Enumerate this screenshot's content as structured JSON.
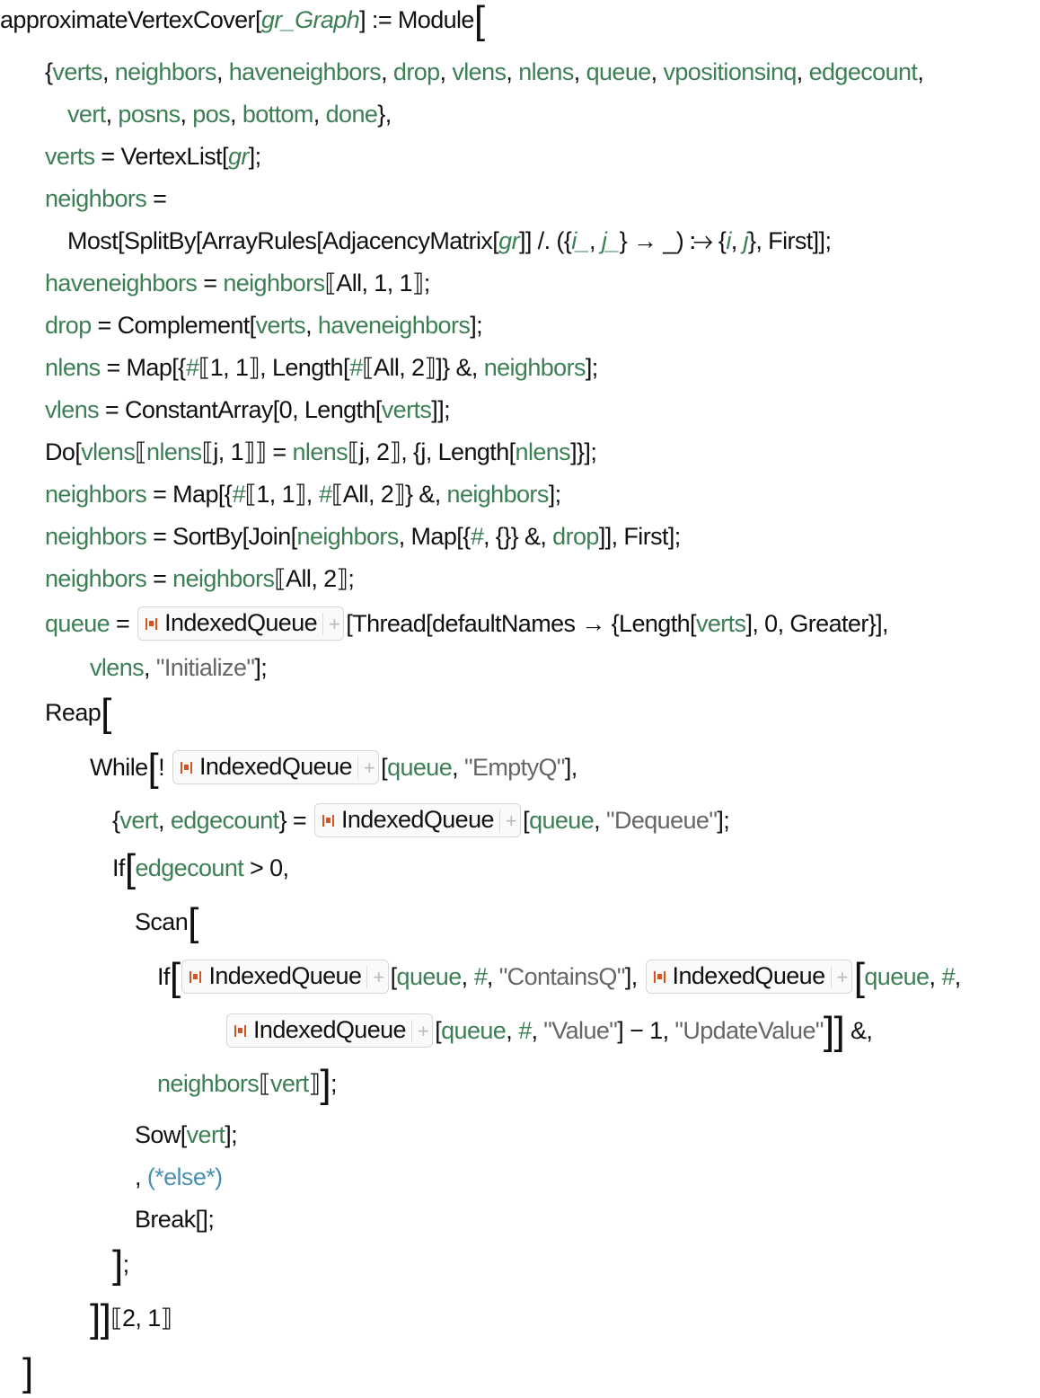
{
  "colors": {
    "symbol": "#111111",
    "local_variable": "#3d7f55",
    "string": "#666666",
    "comment": "#4a8fae",
    "queue_icon": "#d9531e"
  },
  "icons": {
    "queue_icon": "indexed-queue-icon",
    "expand_icon": "plus-icon"
  },
  "lines": [
    [
      [
        "k",
        "approximateVertexCover["
      ],
      [
        "i",
        "gr_Graph"
      ],
      [
        "k",
        "] := Module"
      ],
      [
        "B",
        "["
      ]
    ],
    [
      [
        "k",
        "{"
      ],
      [
        "v",
        "verts"
      ],
      [
        "k",
        ", "
      ],
      [
        "v",
        "neighbors"
      ],
      [
        "k",
        ", "
      ],
      [
        "v",
        "haveneighbors"
      ],
      [
        "k",
        ", "
      ],
      [
        "v",
        "drop"
      ],
      [
        "k",
        ", "
      ],
      [
        "v",
        "vlens"
      ],
      [
        "k",
        ", "
      ],
      [
        "v",
        "nlens"
      ],
      [
        "k",
        ", "
      ],
      [
        "v",
        "queue"
      ],
      [
        "k",
        ", "
      ],
      [
        "v",
        "vpositionsinq"
      ],
      [
        "k",
        ", "
      ],
      [
        "v",
        "edgecount"
      ],
      [
        "k",
        ","
      ]
    ],
    [
      [
        "v",
        "vert"
      ],
      [
        "k",
        ", "
      ],
      [
        "v",
        "posns"
      ],
      [
        "k",
        ", "
      ],
      [
        "v",
        "pos"
      ],
      [
        "k",
        ", "
      ],
      [
        "v",
        "bottom"
      ],
      [
        "k",
        ", "
      ],
      [
        "v",
        "done"
      ],
      [
        "k",
        "},"
      ]
    ],
    [
      [
        "v",
        "verts"
      ],
      [
        "k",
        " = VertexList["
      ],
      [
        "i",
        "gr"
      ],
      [
        "k",
        "];"
      ]
    ],
    [
      [
        "v",
        "neighbors"
      ],
      [
        "k",
        " ="
      ]
    ],
    [
      [
        "k",
        "Most[SplitBy[ArrayRules[AdjacencyMatrix["
      ],
      [
        "i",
        "gr"
      ],
      [
        "k",
        "]] /. ({"
      ],
      [
        "i",
        "i_"
      ],
      [
        "k",
        ", "
      ],
      [
        "i",
        "j_"
      ],
      [
        "k",
        "} → _) ⧴ {"
      ],
      [
        "i",
        "i"
      ],
      [
        "k",
        ", "
      ],
      [
        "i",
        "j"
      ],
      [
        "k",
        "}, First]];"
      ]
    ],
    [
      [
        "v",
        "haveneighbors"
      ],
      [
        "k",
        " = "
      ],
      [
        "v",
        "neighbors"
      ],
      [
        "k",
        "⟦All, 1, 1⟧;"
      ]
    ],
    [
      [
        "v",
        "drop"
      ],
      [
        "k",
        " = Complement["
      ],
      [
        "v",
        "verts"
      ],
      [
        "k",
        ", "
      ],
      [
        "v",
        "haveneighbors"
      ],
      [
        "k",
        "];"
      ]
    ],
    [
      [
        "v",
        "nlens"
      ],
      [
        "k",
        " = Map[{"
      ],
      [
        "i",
        "#"
      ],
      [
        "k",
        "⟦1, 1⟧, Length["
      ],
      [
        "i",
        "#"
      ],
      [
        "k",
        "⟦All, 2⟧]} &, "
      ],
      [
        "v",
        "neighbors"
      ],
      [
        "k",
        "];"
      ]
    ],
    [
      [
        "v",
        "vlens"
      ],
      [
        "k",
        " = ConstantArray[0, Length["
      ],
      [
        "v",
        "verts"
      ],
      [
        "k",
        "]];"
      ]
    ],
    [
      [
        "k",
        "Do["
      ],
      [
        "v",
        "vlens"
      ],
      [
        "k",
        "⟦"
      ],
      [
        "v",
        "nlens"
      ],
      [
        "k",
        "⟦j, 1⟧⟧ = "
      ],
      [
        "v",
        "nlens"
      ],
      [
        "k",
        "⟦j, 2⟧, {j, Length["
      ],
      [
        "v",
        "nlens"
      ],
      [
        "k",
        "]}];"
      ]
    ],
    [
      [
        "v",
        "neighbors"
      ],
      [
        "k",
        " = Map[{"
      ],
      [
        "i",
        "#"
      ],
      [
        "k",
        "⟦1, 1⟧, "
      ],
      [
        "i",
        "#"
      ],
      [
        "k",
        "⟦All, 2⟧} &, "
      ],
      [
        "v",
        "neighbors"
      ],
      [
        "k",
        "];"
      ]
    ],
    [
      [
        "v",
        "neighbors"
      ],
      [
        "k",
        " = SortBy[Join["
      ],
      [
        "v",
        "neighbors"
      ],
      [
        "k",
        ", Map[{"
      ],
      [
        "i",
        "#"
      ],
      [
        "k",
        ", {}} &, "
      ],
      [
        "v",
        "drop"
      ],
      [
        "k",
        "]], First];"
      ]
    ],
    [
      [
        "v",
        "neighbors"
      ],
      [
        "k",
        " = "
      ],
      [
        "v",
        "neighbors"
      ],
      [
        "k",
        "⟦All, 2⟧;"
      ]
    ],
    [
      [
        "v",
        "queue"
      ],
      [
        "k",
        " = "
      ],
      [
        "q",
        "IndexedQueue"
      ],
      [
        "k",
        "[Thread[defaultNames → {Length["
      ],
      [
        "v",
        "verts"
      ],
      [
        "k",
        "], 0, Greater}],"
      ]
    ],
    [
      [
        "v",
        "vlens"
      ],
      [
        "k",
        ", "
      ],
      [
        "s",
        "\"Initialize\""
      ],
      [
        "k",
        "];"
      ]
    ],
    [
      [
        "k",
        "Reap"
      ],
      [
        "B",
        "["
      ]
    ],
    [
      [
        "k",
        "While"
      ],
      [
        "B",
        "["
      ],
      [
        "k",
        "! "
      ],
      [
        "q",
        "IndexedQueue"
      ],
      [
        "k",
        "["
      ],
      [
        "v",
        "queue"
      ],
      [
        "k",
        ", "
      ],
      [
        "s",
        "\"EmptyQ\""
      ],
      [
        "k",
        "],"
      ]
    ],
    [
      [
        "k",
        "{"
      ],
      [
        "v",
        "vert"
      ],
      [
        "k",
        ", "
      ],
      [
        "v",
        "edgecount"
      ],
      [
        "k",
        "} = "
      ],
      [
        "q",
        "IndexedQueue"
      ],
      [
        "k",
        "["
      ],
      [
        "v",
        "queue"
      ],
      [
        "k",
        ", "
      ],
      [
        "s",
        "\"Dequeue\""
      ],
      [
        "k",
        "];"
      ]
    ],
    [
      [
        "k",
        "If"
      ],
      [
        "B",
        "["
      ],
      [
        "v",
        "edgecount"
      ],
      [
        "k",
        " > 0,"
      ]
    ],
    [
      [
        "k",
        "Scan"
      ],
      [
        "B",
        "["
      ]
    ],
    [
      [
        "k",
        "If"
      ],
      [
        "B",
        "["
      ],
      [
        "q",
        "IndexedQueue"
      ],
      [
        "k",
        "["
      ],
      [
        "v",
        "queue"
      ],
      [
        "k",
        ", "
      ],
      [
        "i",
        "#"
      ],
      [
        "k",
        ", "
      ],
      [
        "s",
        "\"ContainsQ\""
      ],
      [
        "k",
        "], "
      ],
      [
        "q",
        "IndexedQueue"
      ],
      [
        "B",
        "["
      ],
      [
        "v",
        "queue"
      ],
      [
        "k",
        ", "
      ],
      [
        "i",
        "#"
      ],
      [
        "k",
        ","
      ]
    ],
    [
      [
        "q",
        "IndexedQueue"
      ],
      [
        "k",
        "["
      ],
      [
        "v",
        "queue"
      ],
      [
        "k",
        ", "
      ],
      [
        "i",
        "#"
      ],
      [
        "k",
        ", "
      ],
      [
        "s",
        "\"Value\""
      ],
      [
        "k",
        "] − 1, "
      ],
      [
        "s",
        "\"UpdateValue\""
      ],
      [
        "B",
        "]]"
      ],
      [
        "k",
        " &,"
      ]
    ],
    [
      [
        "v",
        "neighbors"
      ],
      [
        "k",
        "⟦"
      ],
      [
        "v",
        "vert"
      ],
      [
        "k",
        "⟧"
      ],
      [
        "B",
        "]"
      ],
      [
        "k",
        ";"
      ]
    ],
    [
      [
        "k",
        "Sow["
      ],
      [
        "v",
        "vert"
      ],
      [
        "k",
        "];"
      ]
    ],
    [
      [
        "k",
        ", "
      ],
      [
        "c",
        "(*else*)"
      ]
    ],
    [
      [
        "k",
        "Break[];"
      ]
    ],
    [
      [
        "B",
        "]"
      ],
      [
        "k",
        ";"
      ]
    ],
    [
      [
        "B",
        "]]"
      ],
      [
        "k",
        "⟦2, 1⟧"
      ]
    ],
    [
      [
        "B",
        "]"
      ]
    ]
  ]
}
